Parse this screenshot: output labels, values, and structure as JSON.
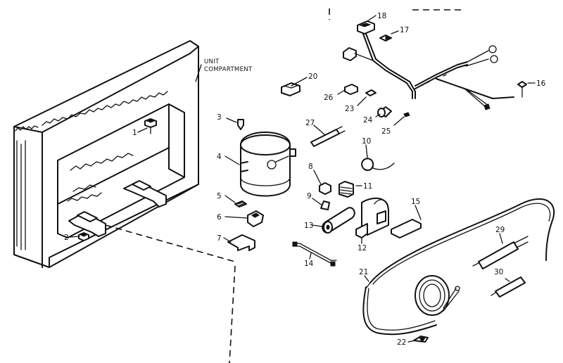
{
  "unit_compartment": {
    "line1": "UNIT",
    "line2": "COMPARTMENT"
  },
  "callouts": {
    "c1": "1",
    "c2": "2",
    "c3": "3",
    "c4": "4",
    "c5": "5",
    "c6": "6",
    "c7": "7",
    "c8": "8",
    "c9": "9",
    "c10": "10",
    "c11": "11",
    "c12": "12",
    "c13": "13",
    "c14": "14",
    "c15": "15",
    "c16": "16",
    "c17": "17",
    "c18": "18",
    "c20": "20",
    "c21": "21",
    "c22": "22",
    "c23": "23",
    "c24": "24",
    "c25": "25",
    "c26": "26",
    "c27": "27",
    "c29": "29",
    "c30": "30"
  }
}
